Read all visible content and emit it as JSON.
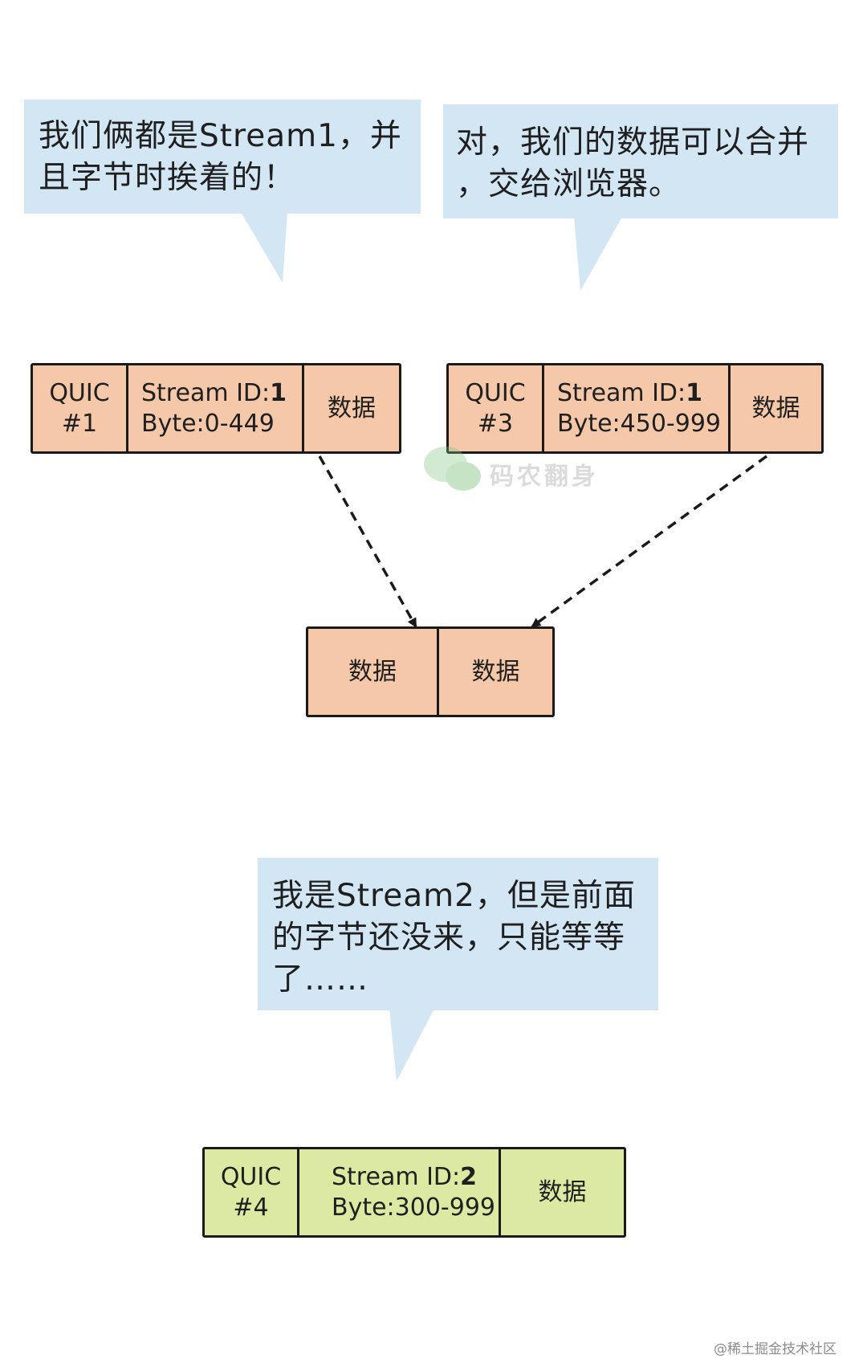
{
  "bubbles": [
    {
      "text": "我们俩都是Stream1，并\n且字节时挨着的！"
    },
    {
      "text": "对，我们的数据可以合并\n，交给浏览器。"
    },
    {
      "text": "我是Stream2，但是前面\n的字节还没来，只能等等\n了……"
    }
  ],
  "packets": {
    "p1": {
      "quic": "QUIC",
      "num": "#1",
      "stream_prefix": "Stream ID:",
      "stream_id": "1",
      "byte": "Byte:0-449",
      "data": "数据"
    },
    "p3": {
      "quic": "QUIC",
      "num": "#3",
      "stream_prefix": "Stream ID:",
      "stream_id": "1",
      "byte": "Byte:450-999",
      "data": "数据"
    },
    "p4": {
      "quic": "QUIC",
      "num": "#4",
      "stream_prefix": "Stream ID:",
      "stream_id": "2",
      "byte": "Byte:300-999",
      "data": "数据"
    }
  },
  "merged": {
    "left": "数据",
    "right": "数据"
  },
  "watermark": {
    "text": "码农翻身"
  },
  "footer": {
    "text": "@稀土掘金技术社区"
  },
  "colors": {
    "bubble": "#d3e6f4",
    "packet_orange": "#f4c8a8",
    "packet_green": "#dce9a2",
    "border": "#1a1a1a"
  }
}
